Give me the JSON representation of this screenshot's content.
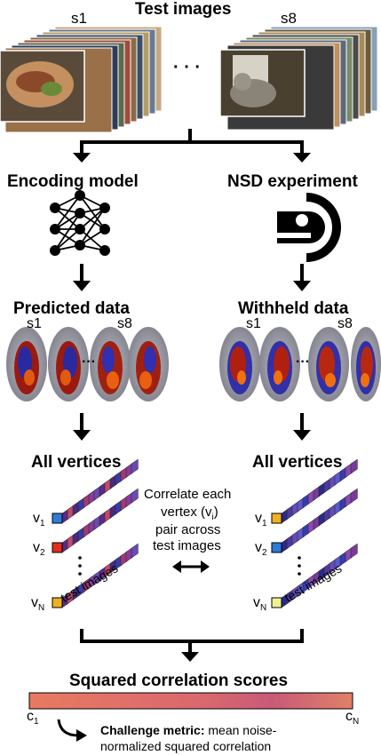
{
  "title": "Test images",
  "subjects": {
    "first": "s1",
    "last": "s8",
    "ellipsis": "· · ·"
  },
  "left_branch": {
    "model_label": "Encoding model",
    "data_label": "Predicted data",
    "s_first": "s1",
    "s_last": "s8",
    "vertices_label": "All vertices",
    "v1_label": "v",
    "v1_sub": "1",
    "v2_label": "v",
    "v2_sub": "2",
    "vN_label": "v",
    "vN_sub": "N",
    "axis_label": "test images",
    "v_colors": [
      "#2e7bd8",
      "#e03020",
      "#f0b020"
    ]
  },
  "right_branch": {
    "model_label": "NSD experiment",
    "data_label": "Withheld data",
    "s_first": "s1",
    "s_last": "s8",
    "vertices_label": "All vertices",
    "v1_label": "v",
    "v1_sub": "1",
    "v2_label": "v",
    "v2_sub": "2",
    "vN_label": "v",
    "vN_sub": "N",
    "axis_label": "test images",
    "v_colors": [
      "#f0b020",
      "#2e7bd8",
      "#f0f090"
    ]
  },
  "correlate_text": {
    "line1": "Correlate each",
    "line2": "vertex (v",
    "line2_sub": "i",
    "line2_end": ")",
    "line3": "pair across",
    "line4": "test images"
  },
  "scores_label": "Squared correlation scores",
  "c1": "c",
  "c1_sub": "1",
  "cN": "c",
  "cN_sub": "N",
  "metric": {
    "bold": "Challenge metric:",
    "rest1": " mean noise-",
    "line2": "normalized squared correlation"
  }
}
